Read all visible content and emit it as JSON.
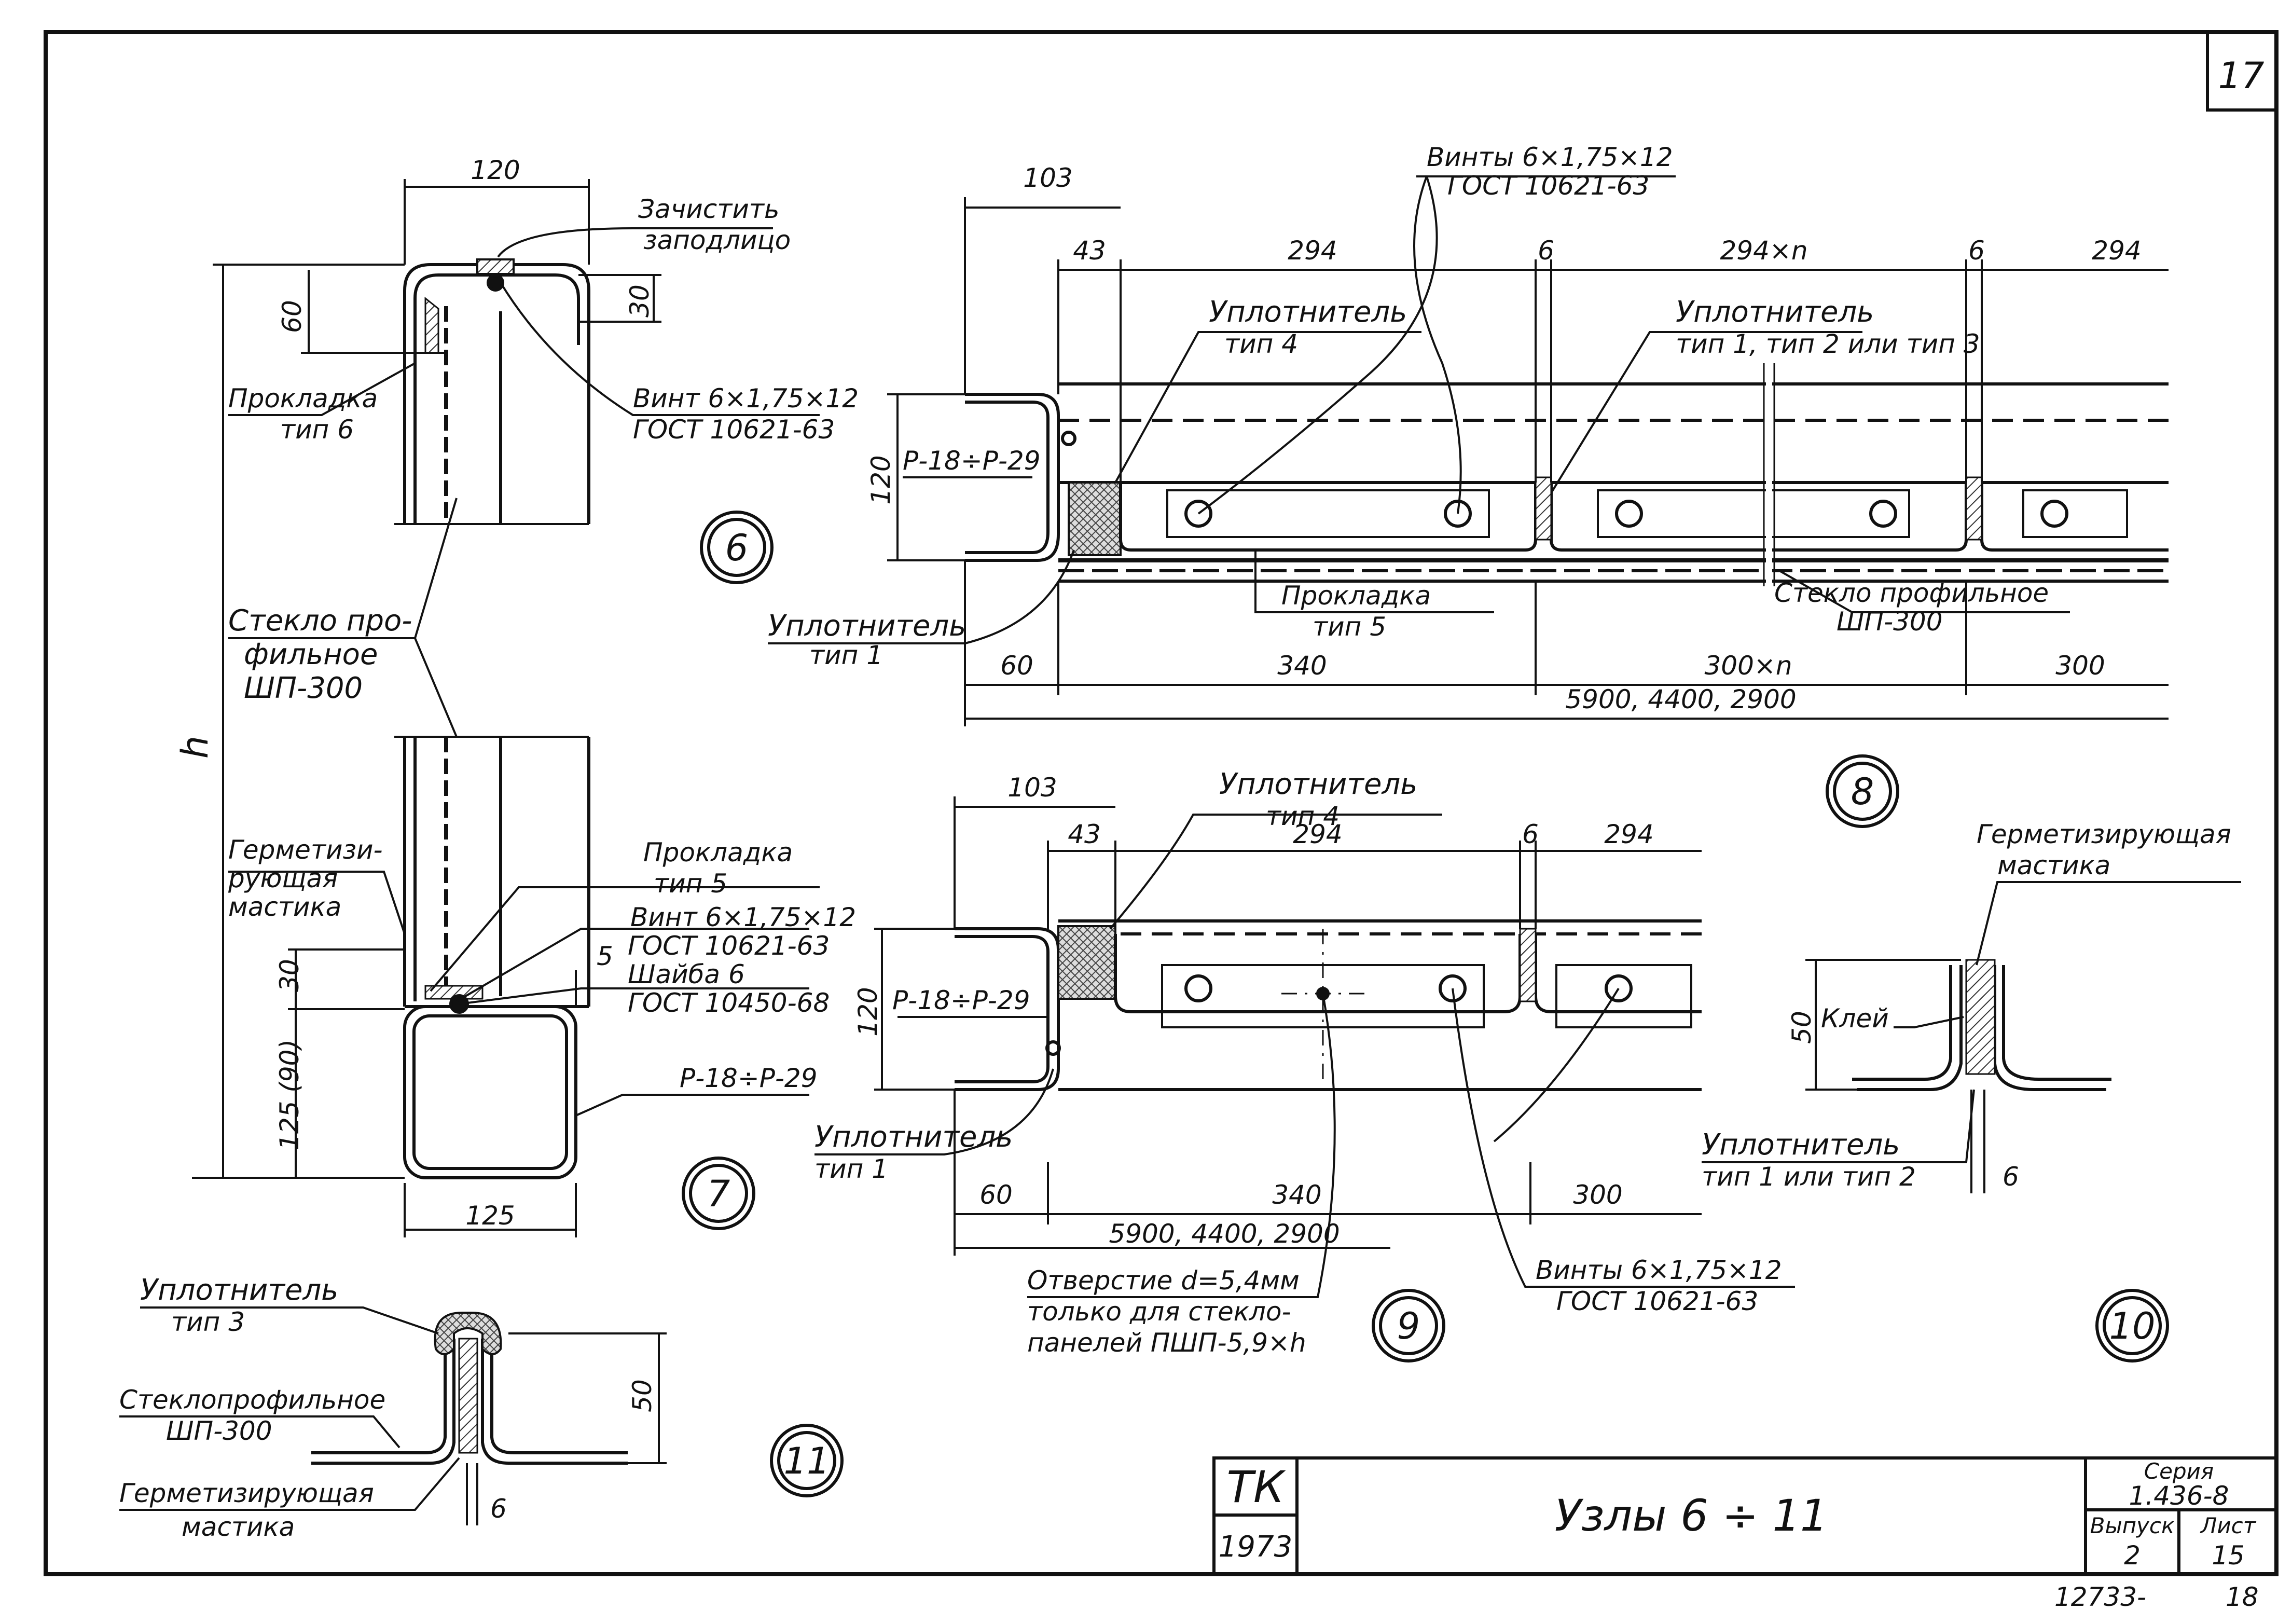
{
  "sheet": {
    "number": "17",
    "bottom_code": "12733-",
    "bottom_page": "18"
  },
  "title_block": {
    "org": "ТК",
    "year": "1973",
    "title": "Узлы 6 ÷ 11",
    "series_label": "Серия",
    "series": "1.436-8",
    "issue_label": "Выпуск",
    "issue": "2",
    "sheet_label": "Лист",
    "sheet": "15"
  },
  "node6": {
    "id": "6",
    "labels": {
      "clean_line1": "Зачистить",
      "clean_line2": "заподлицо",
      "screw_line1": "Винт 6×1,75×12",
      "screw_line2": "ГОСТ 10621-63",
      "gasket_line1": "Прокладка",
      "gasket_line2": "тип 6"
    },
    "dims": {
      "width": "120",
      "height": "60",
      "inner": "30"
    }
  },
  "glass_profile": {
    "line1": "Стекло про-",
    "line2": "фильное",
    "line3": "ШП-300"
  },
  "height_label": "h",
  "node7": {
    "id": "7",
    "labels": {
      "sealant_line1": "Герметизи-",
      "sealant_line2": "рующая",
      "sealant_line3": "мастика",
      "gasket_line1": "Прокладка",
      "gasket_line2": "тип 5",
      "screw_line1": "Винт 6×1,75×12",
      "screw_line2": "ГОСТ 10621-63",
      "washer_line1": "Шайба 6",
      "washer_line2": "ГОСТ 10450-68",
      "profile": "Р-18÷Р-29"
    },
    "dims": {
      "upper": "30",
      "gap": "5",
      "height": "125 (90)",
      "width": "125"
    }
  },
  "node8": {
    "id": "8",
    "labels": {
      "screws_line1": "Винты 6×1,75×12",
      "screws_line2": "ГОСТ 10621-63",
      "seal4_line1": "Уплотнитель",
      "seal4_line2": "тип 4",
      "seal123_line1": "Уплотнитель",
      "seal123_line2": "тип 1, тип 2 или тип 3",
      "profile": "Р-18÷Р-29",
      "gasket_line1": "Прокладка",
      "gasket_line2": "тип 5",
      "glass_line1": "Стекло профильное",
      "glass_line2": "ШП-300",
      "seal1_line1": "Уплотнитель",
      "seal1_line2": "тип 1"
    },
    "dims": {
      "d103": "103",
      "d43": "43",
      "d294a": "294",
      "d6a": "6",
      "d294n": "294×n",
      "d6b": "6",
      "d294b": "294",
      "d120": "120",
      "d60": "60",
      "d340": "340",
      "d300n": "300×n",
      "d300": "300",
      "total": "5900, 4400, 2900"
    }
  },
  "node9": {
    "id": "9",
    "labels": {
      "seal4_line1": "Уплотнитель",
      "seal4_line2": "тип 4",
      "profile": "Р-18÷Р-29",
      "seal1_line1": "Уплотнитель",
      "seal1_line2": "тип 1",
      "hole_line1": "Отверстие d=5,4мм",
      "hole_line2": "только для стекло-",
      "hole_line3": "панелей ПШП-5,9×h",
      "screws_line1": "Винты 6×1,75×12",
      "screws_line2": "ГОСТ 10621-63"
    },
    "dims": {
      "d103": "103",
      "d43": "43",
      "d294a": "294",
      "d6": "6",
      "d294b": "294",
      "d120": "120",
      "d60": "60",
      "d340": "340",
      "d300": "300",
      "total": "5900, 4400, 2900"
    }
  },
  "node10": {
    "id": "10",
    "labels": {
      "sealant_line1": "Герметизирующая",
      "sealant_line2": "мастика",
      "glue": "Клей",
      "seal_line1": "Уплотнитель",
      "seal_line2": "тип 1 или тип 2"
    },
    "dims": {
      "height": "50",
      "gap": "6"
    }
  },
  "node11": {
    "id": "11",
    "labels": {
      "seal_line1": "Уплотнитель",
      "seal_line2": "тип 3",
      "glass_line1": "Стеклопрофильное",
      "glass_line2": "ШП-300",
      "sealant_line1": "Герметизирующая",
      "sealant_line2": "мастика"
    },
    "dims": {
      "height": "50",
      "gap": "6"
    }
  }
}
